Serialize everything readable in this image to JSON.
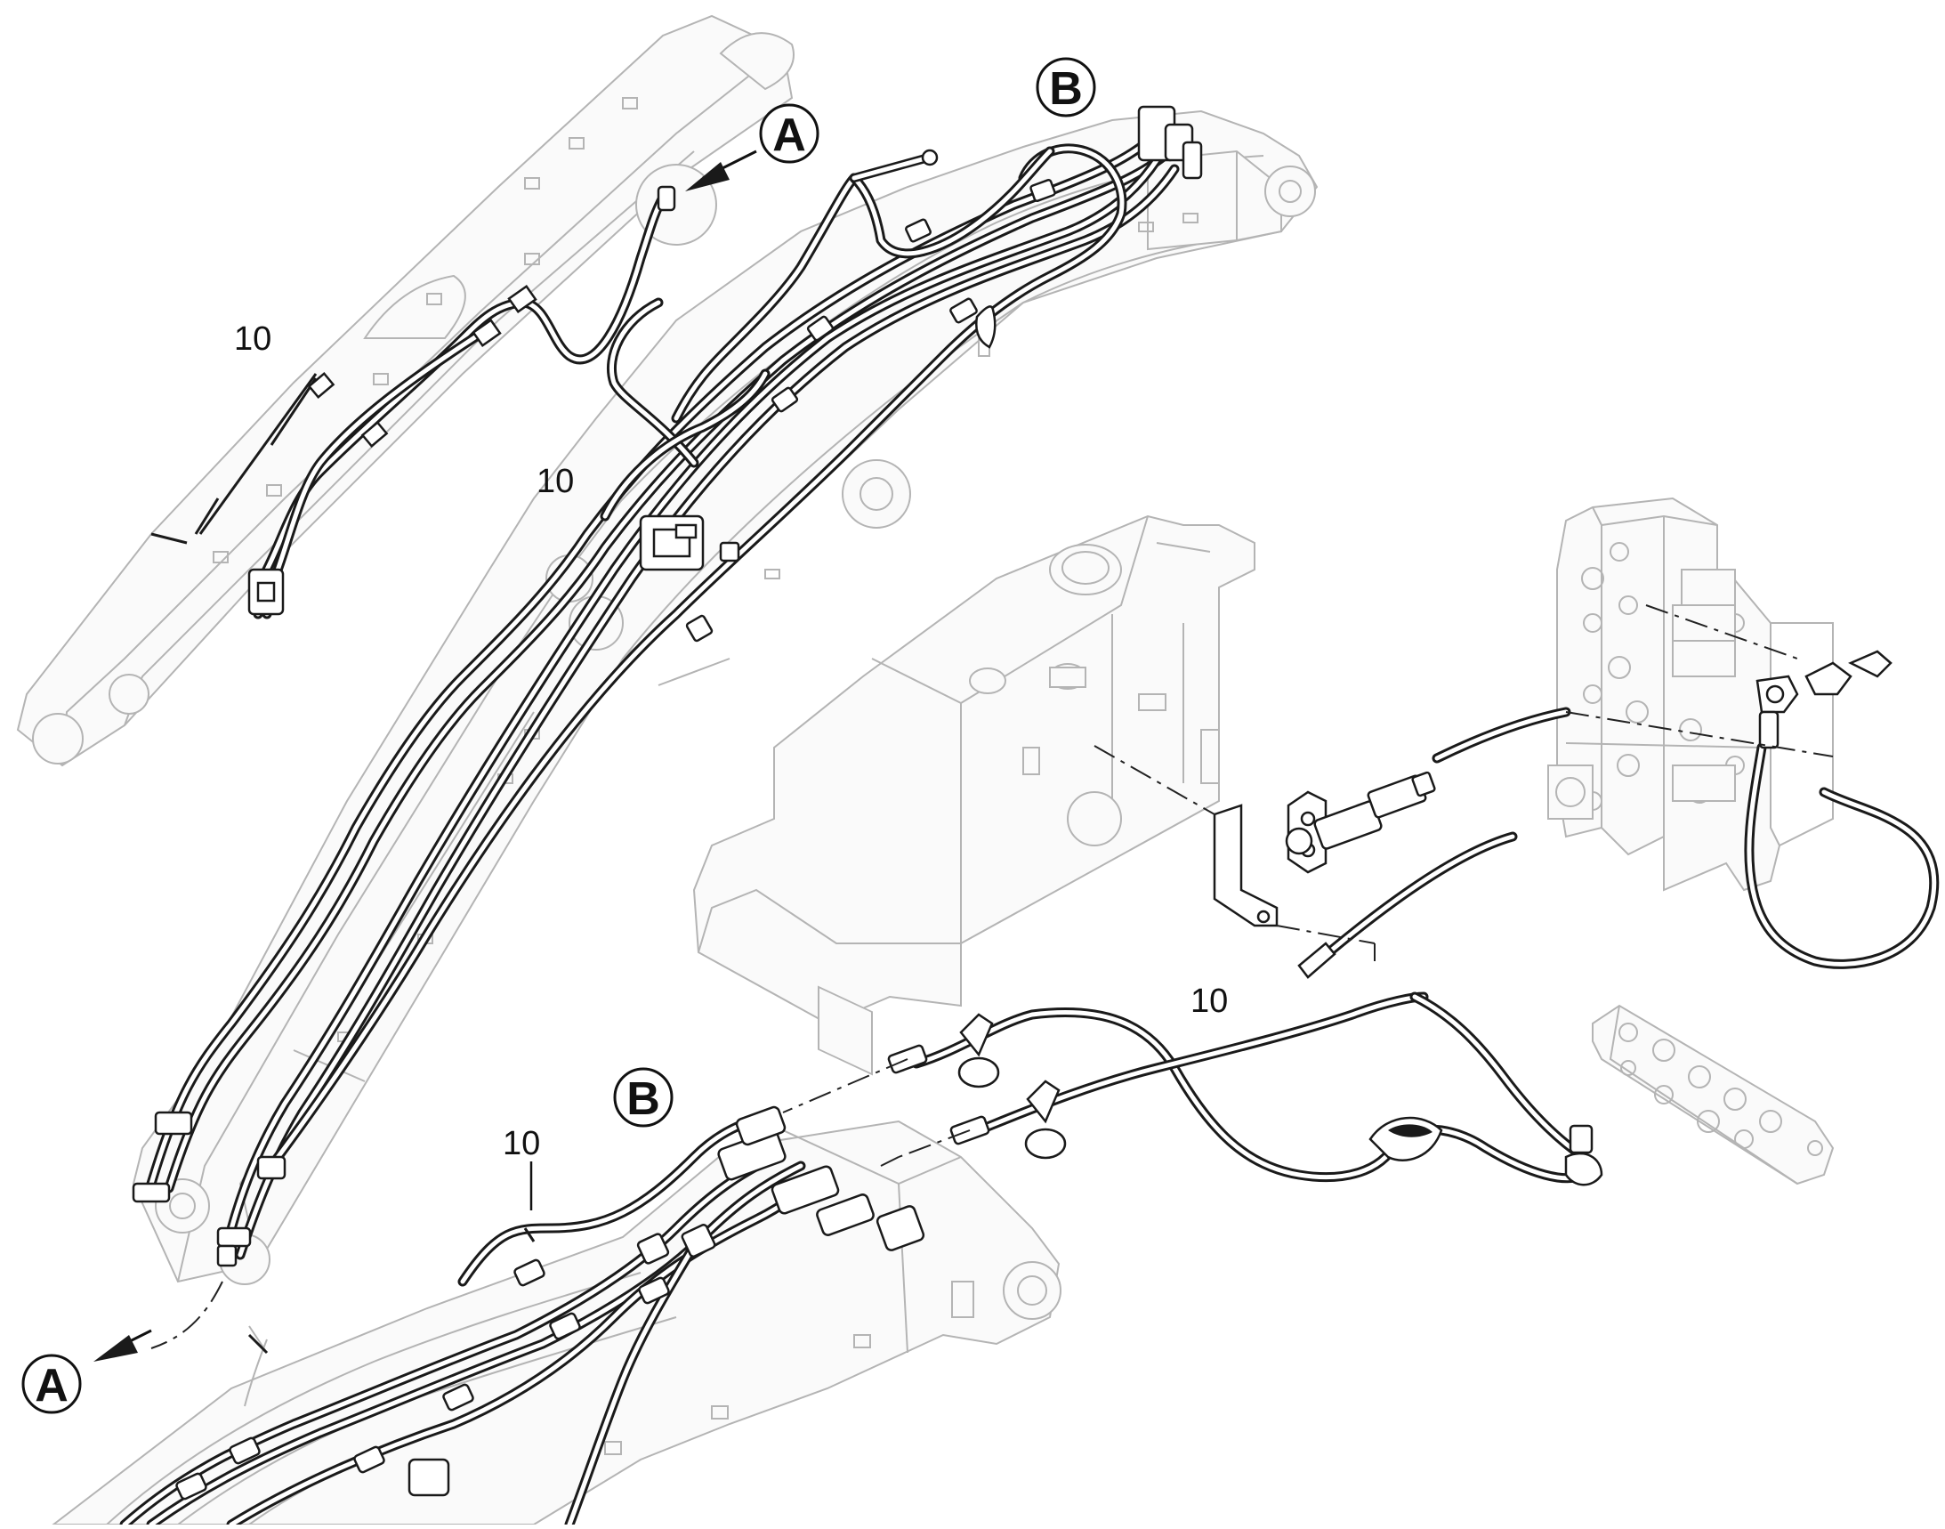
{
  "callouts": {
    "item_number": "10",
    "view_a": "A",
    "view_b": "B"
  },
  "colors": {
    "line": "#1a1a1a",
    "ghost": "#b4b4b4",
    "background": "#ffffff"
  }
}
